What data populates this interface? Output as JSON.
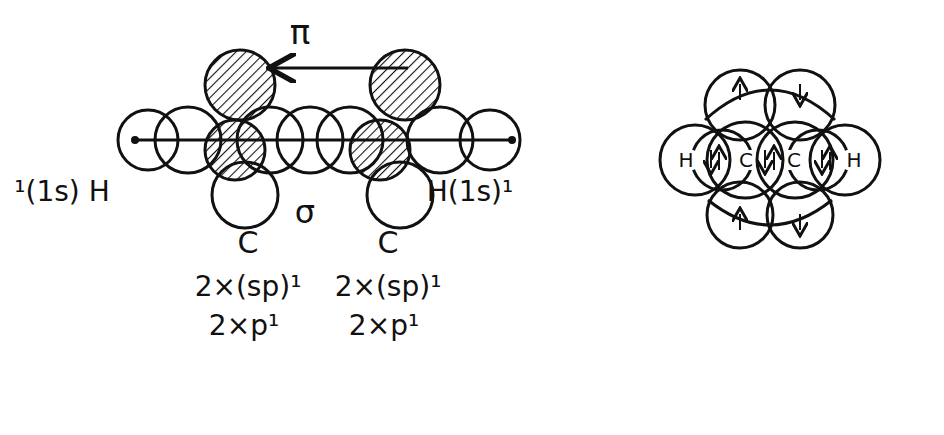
{
  "diagram": {
    "labels": [
      "π",
      "σ",
      "¹(1s) H",
      "H(1s)¹",
      "C",
      "C",
      "2×(sp)¹",
      "2×(sp)¹",
      "2×p¹",
      "2×p¹",
      "H",
      "C",
      "C",
      "H"
    ]
  }
}
